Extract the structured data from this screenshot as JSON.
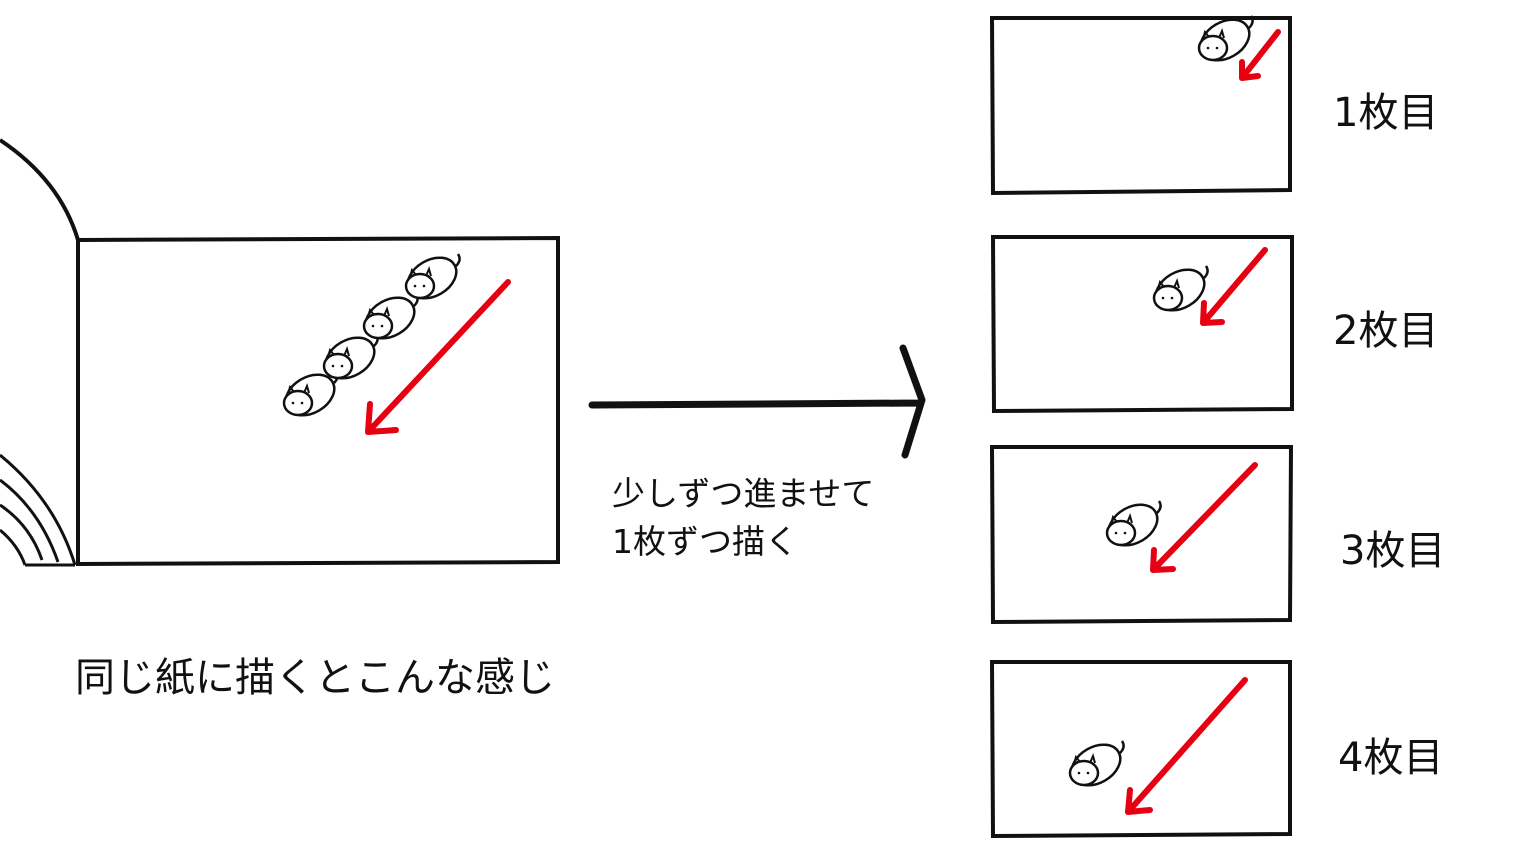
{
  "caption": "同じ紙に描くとこんな感じ",
  "note": {
    "line1": "少しずつ進ませて",
    "line2": "1枚ずつ描く"
  },
  "frames": [
    {
      "label": "1枚目"
    },
    {
      "label": "2枚目"
    },
    {
      "label": "3枚目"
    },
    {
      "label": "4枚目"
    }
  ],
  "colors": {
    "arrow": "#e60012",
    "ink": "#111111"
  }
}
